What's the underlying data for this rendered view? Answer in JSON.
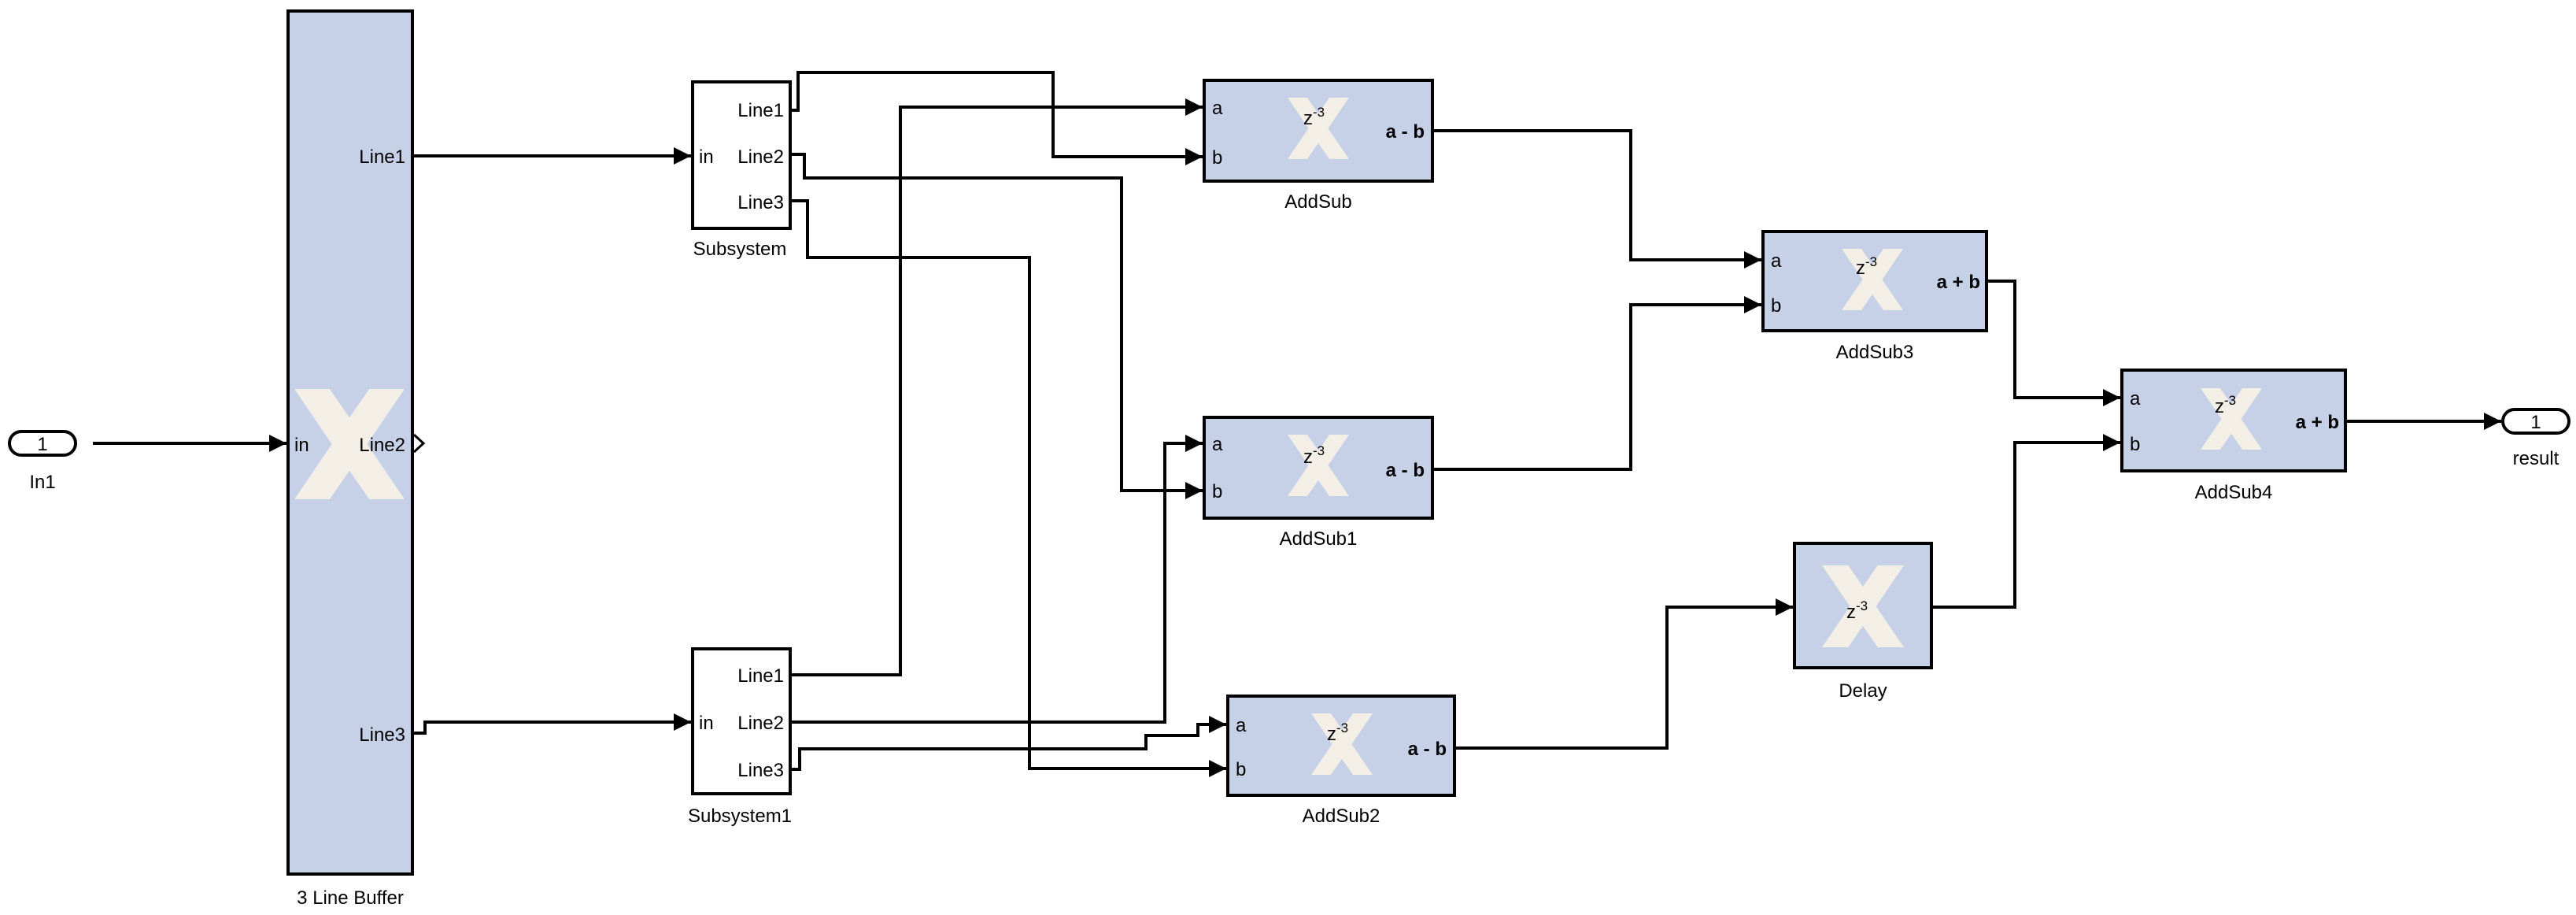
{
  "diagram": {
    "colors": {
      "block_fill": "#c6d1e8",
      "block_stroke": "#000000",
      "wire": "#000000",
      "logo": "#f3efe6",
      "background": "#ffffff"
    },
    "inport": {
      "number": "1",
      "label": "In1"
    },
    "outport": {
      "number": "1",
      "label": "result"
    },
    "line_buffer": {
      "name": "3 Line Buffer",
      "input_port": "in",
      "output_ports": [
        "Line1",
        "Line2",
        "Line3"
      ],
      "icon": "xilinx-logo-icon"
    },
    "subsystems": [
      {
        "name": "Subsystem",
        "input_port": "in",
        "output_ports": [
          "Line1",
          "Line2",
          "Line3"
        ]
      },
      {
        "name": "Subsystem1",
        "input_port": "in",
        "output_ports": [
          "Line1",
          "Line2",
          "Line3"
        ]
      }
    ],
    "addsubs": [
      {
        "name": "AddSub",
        "op": "a - b",
        "ports": [
          "a",
          "b"
        ],
        "latency_base": "z",
        "latency_exp": "-3"
      },
      {
        "name": "AddSub1",
        "op": "a - b",
        "ports": [
          "a",
          "b"
        ],
        "latency_base": "z",
        "latency_exp": "-3"
      },
      {
        "name": "AddSub2",
        "op": "a - b",
        "ports": [
          "a",
          "b"
        ],
        "latency_base": "z",
        "latency_exp": "-3"
      },
      {
        "name": "AddSub3",
        "op": "a + b",
        "ports": [
          "a",
          "b"
        ],
        "latency_base": "z",
        "latency_exp": "-3"
      },
      {
        "name": "AddSub4",
        "op": "a + b",
        "ports": [
          "a",
          "b"
        ],
        "latency_base": "z",
        "latency_exp": "-3"
      }
    ],
    "delay": {
      "name": "Delay",
      "latency_base": "z",
      "latency_exp": "-3"
    }
  }
}
